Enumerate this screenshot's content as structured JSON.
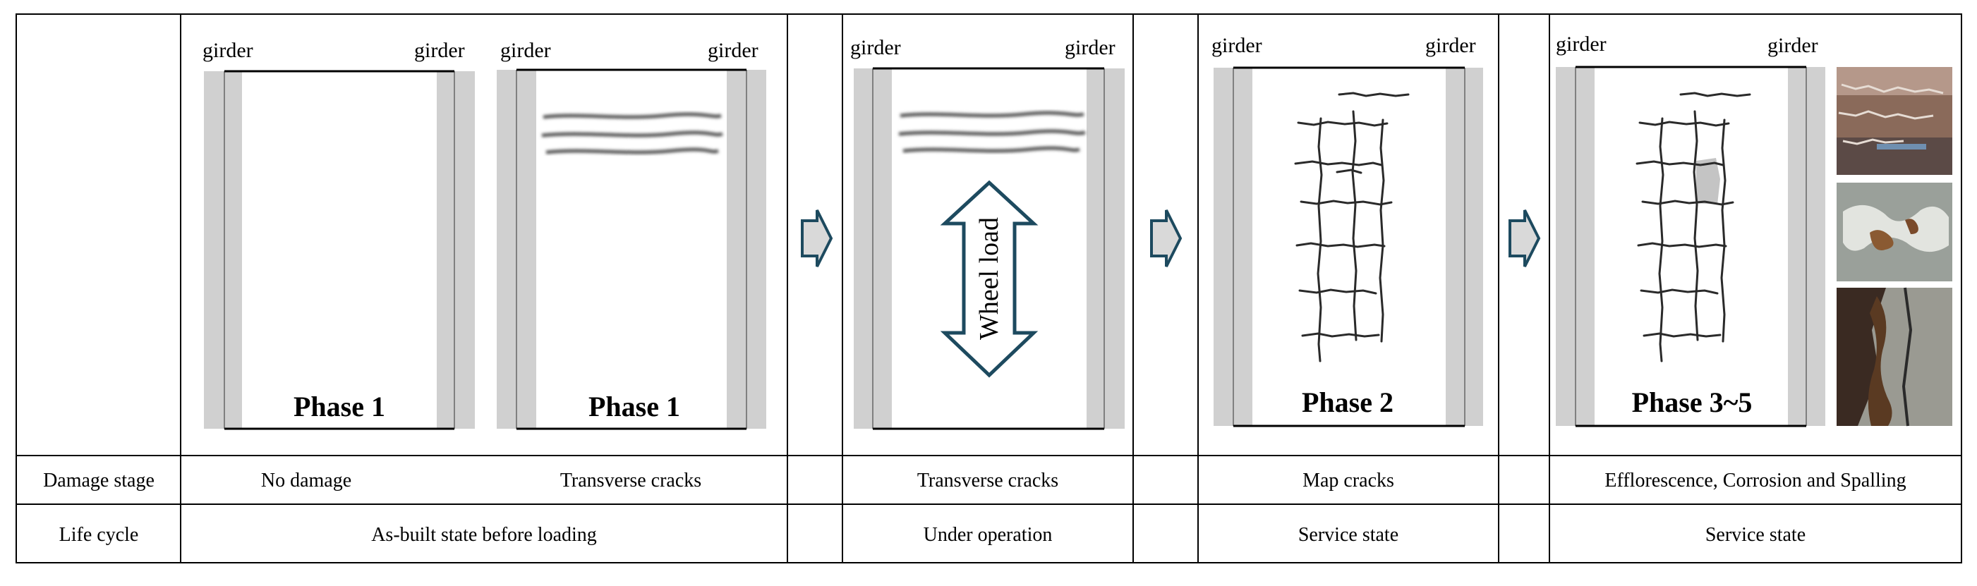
{
  "girder_label": "girder",
  "panels": {
    "p1a": {
      "phase": "Phase 1"
    },
    "p1b": {
      "phase": "Phase 1"
    },
    "op": {
      "load_label": "Wheel load"
    },
    "p2": {
      "phase": "Phase 2"
    },
    "p3": {
      "phase": "Phase 3~5"
    }
  },
  "photos": [
    {
      "name": "efflorescence-photo"
    },
    {
      "name": "corrosion-photo"
    },
    {
      "name": "spalling-photo"
    }
  ],
  "table": {
    "rows": [
      {
        "header": "Damage stage",
        "cells": {
          "no_damage": "No damage",
          "transverse_1": "Transverse cracks",
          "transverse_2": "Transverse cracks",
          "map": "Map cracks",
          "late": "Efflorescence, Corrosion and Spalling"
        }
      },
      {
        "header": "Life cycle",
        "cells": {
          "asbuilt": "As-built state before loading",
          "operation": "Under operation",
          "service_1": "Service state",
          "service_2": "Service state"
        }
      }
    ]
  },
  "colors": {
    "border": "#000000",
    "girder_fill": "#d0d0d0",
    "girder_line": "#808080",
    "crack": "#2a2a2a",
    "arrow_stroke": "#1d4a5f",
    "arrow_fill": "#d9d9d9",
    "patch": "#c4c4c4"
  }
}
